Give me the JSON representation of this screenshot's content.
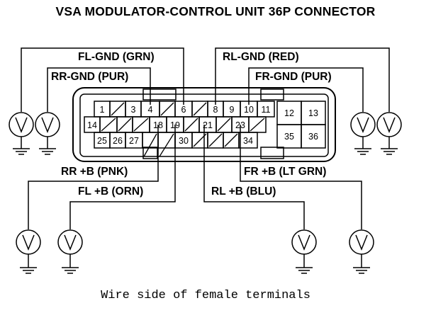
{
  "title": "VSA MODULATOR-CONTROL UNIT 36P CONNECTOR",
  "caption": "Wire side of female terminals",
  "wires": {
    "fl_gnd": "FL-GND (GRN)",
    "rr_gnd": "RR-GND (PUR)",
    "rl_gnd": "RL-GND (RED)",
    "fr_gnd": "FR-GND (PUR)",
    "rr_b": "RR +B (PNK)",
    "fl_b": "FL +B (ORN)",
    "fr_b": "FR +B (LT GRN)",
    "rl_b": "RL +B (BLU)"
  },
  "pins": {
    "p1": "1",
    "p3": "3",
    "p4": "4",
    "p6": "6",
    "p8": "8",
    "p9": "9",
    "p10": "10",
    "p11": "11",
    "p12": "12",
    "p13": "13",
    "p14": "14",
    "p18": "18",
    "p19": "19",
    "p21": "21",
    "p23": "23",
    "p25": "25",
    "p26": "26",
    "p27": "27",
    "p30": "30",
    "p34": "34",
    "p35": "35",
    "p36": "36"
  },
  "meter_symbol": "V"
}
